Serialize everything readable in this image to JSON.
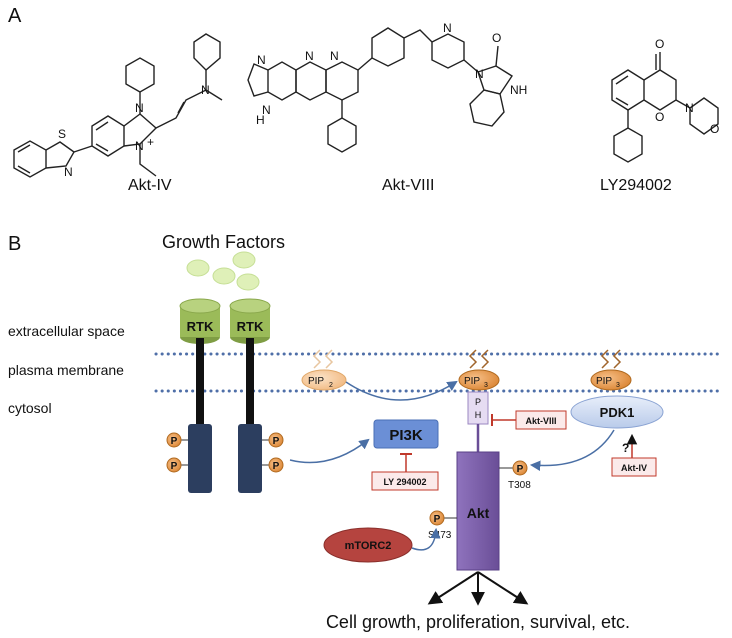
{
  "panel_a": {
    "label": "A",
    "compounds": [
      {
        "name": "Akt-IV"
      },
      {
        "name": "Akt-VIII"
      },
      {
        "name": "LY294002"
      }
    ],
    "atoms": {
      "S": "S",
      "N": "N",
      "N_plus": "+",
      "O": "O",
      "H": "H",
      "NH": "NH",
      "HN": "HN"
    }
  },
  "panel_b": {
    "label": "B",
    "title": "Growth Factors",
    "regions": {
      "extracellular": "extracellular space",
      "membrane": "plasma membrane",
      "cytosol": "cytosol"
    },
    "receptor_label": "RTK",
    "phospho": "P",
    "pip2": "PIP",
    "pip2_sub": "2",
    "pip3": "PIP",
    "pip3_sub": "3",
    "pi3k": "PI3K",
    "pdk1": "PDK1",
    "akt": "Akt",
    "ph_p": "P",
    "ph_h": "H",
    "mtorc2": "mTORC2",
    "inhibitors": {
      "ly": "LY 294002",
      "akt_viii": "Akt-VIII",
      "akt_iv": "Akt-IV"
    },
    "sites": {
      "t308": "T308",
      "s473": "S473"
    },
    "question": "?",
    "outcome": "Cell growth, proliferation, survival, etc."
  },
  "colors": {
    "rtk_green": "#9bbb59",
    "stalk_navy": "#2c3e5f",
    "phospho_orange": "#e0903a",
    "pi3k_blue": "#6b8fd6",
    "pdk1_blue": "#c5d4ef",
    "akt_purple": "#7d5fa9",
    "mtorc2_red": "#b5443f",
    "inhibitor_red": "#c0392b",
    "membrane_dots": "#4f6fa8",
    "growth_factor": "#dff0b8"
  }
}
